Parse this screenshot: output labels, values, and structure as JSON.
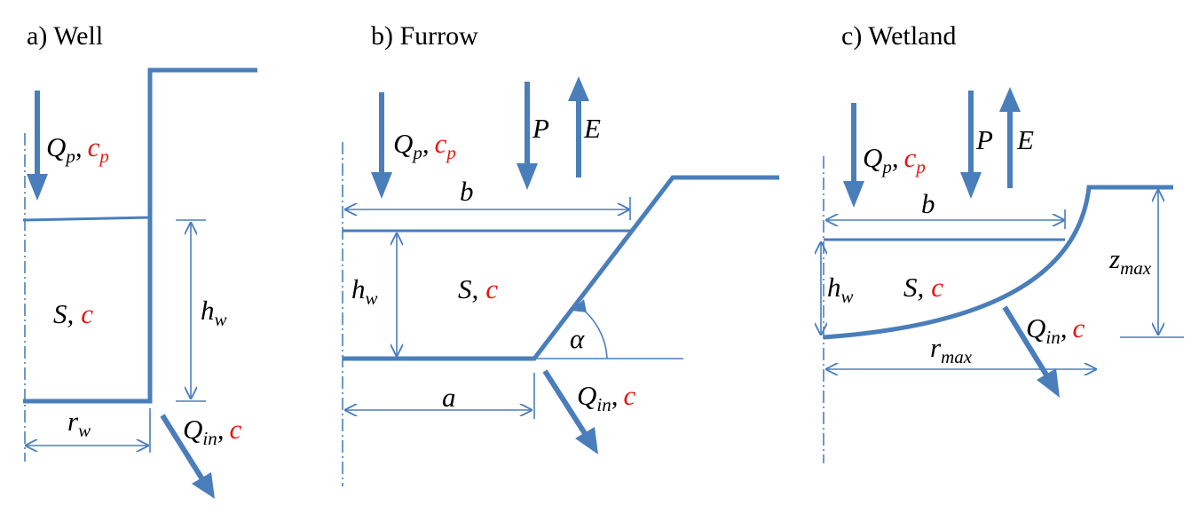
{
  "panels": {
    "well": {
      "title": "a) Well",
      "inflow_q": "Q",
      "inflow_q_sub": "p",
      "comma": ",",
      "inflow_c": "c",
      "inflow_c_sub": "p",
      "storage_s": "S",
      "storage_c": "c",
      "depth": "h",
      "depth_sub": "w",
      "radius": "r",
      "radius_sub": "w",
      "infil_q": "Q",
      "infil_q_sub": "in",
      "infil_c": "c"
    },
    "furrow": {
      "title": "b) Furrow",
      "inflow_q": "Q",
      "inflow_q_sub": "p",
      "comma": ",",
      "inflow_c": "c",
      "inflow_c_sub": "p",
      "precip": "P",
      "evap": "E",
      "top_width": "b",
      "depth": "h",
      "depth_sub": "w",
      "storage_s": "S",
      "storage_c": "c",
      "angle": "α",
      "bottom_width": "a",
      "infil_q": "Q",
      "infil_q_sub": "in",
      "infil_c": "c"
    },
    "wetland": {
      "title": "c) Wetland",
      "inflow_q": "Q",
      "inflow_q_sub": "p",
      "comma": ",",
      "inflow_c": "c",
      "inflow_c_sub": "p",
      "precip": "P",
      "evap": "E",
      "top_width": "b",
      "depth": "h",
      "depth_sub": "w",
      "storage_s": "S",
      "storage_c": "c",
      "zmax": "z",
      "zmax_sub": "max",
      "rmax": "r",
      "rmax_sub": "max",
      "infil_q": "Q",
      "infil_q_sub": "in",
      "infil_c": "c"
    }
  },
  "colors": {
    "line": "#4a7ebb",
    "concentration": "#e8140c",
    "text": "#000000"
  }
}
